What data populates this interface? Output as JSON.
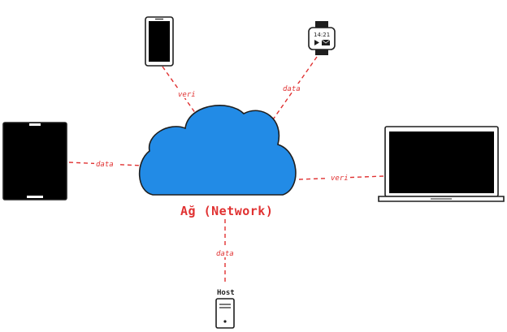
{
  "title": "Ağ (Network)",
  "edges": {
    "phone": "veri",
    "watch": "data",
    "tablet": "data",
    "laptop": "veri",
    "host": "data"
  },
  "devices": {
    "host_label": "Host",
    "watch_time": "14:21"
  },
  "colors": {
    "cloud": "#228be6",
    "connector": "#e03131",
    "device_screen": "#000000",
    "outline": "#1e1e1e"
  },
  "icons": [
    "phone-icon",
    "smartwatch-icon",
    "tablet-icon",
    "laptop-icon",
    "server-tower-icon",
    "cloud-icon",
    "play-icon",
    "mail-icon"
  ]
}
